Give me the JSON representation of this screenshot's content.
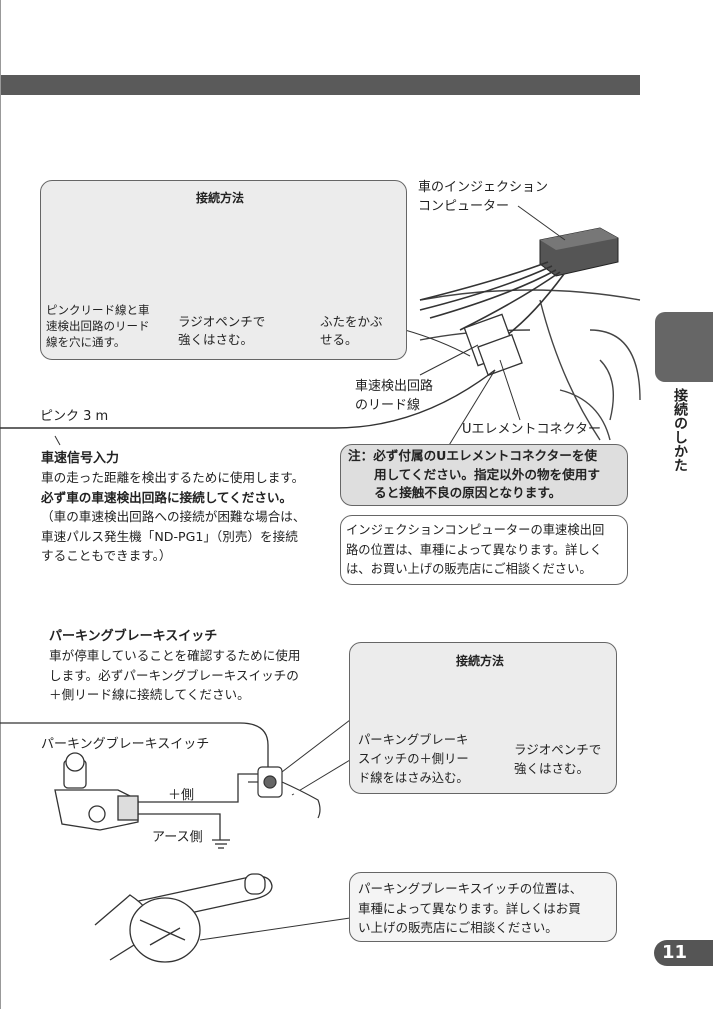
{
  "top_section": {
    "method_title": "接続方法",
    "step1": [
      "ピンクリード線と車",
      "速検出回路のリード",
      "線を穴に通す。"
    ],
    "step2": [
      "ラジオペンチで",
      "強くはさむ。"
    ],
    "step3": [
      "ふたをかぶ",
      "せる。"
    ],
    "injection_label": [
      "車のインジェクション",
      "コンピューター"
    ],
    "lead_label": [
      "車速検出回路",
      "のリード線"
    ],
    "u_connector_label": "Uエレメントコネクター",
    "pink_label": "ピンク 3 m",
    "speed_title": "車速信号入力",
    "speed_body": [
      "車の走った距離を検出するために使用します。",
      "必ず車の車速検出回路に接続してください。",
      "（車の車速検出回路への接続が困難な場合は、",
      "車速パルス発生機「ND-PG1」（別売）を接続",
      "することもできます。）"
    ],
    "note": [
      "注：必ず付属のUエレメントコネクターを使",
      "用してください。指定以外の物を使用す",
      "ると接触不良の原因となります。"
    ],
    "info": [
      "インジェクションコンピューターの車速検出回",
      "路の位置は、車種によって異なります。詳しく",
      "は、お買い上げの販売店にご相談ください。"
    ]
  },
  "bottom_section": {
    "parking_title": "パーキングブレーキスイッチ",
    "parking_body": [
      "車が停車していることを確認するために使用",
      "します。必ずパーキングブレーキスイッチの",
      "＋側リード線に接続してください。"
    ],
    "method_title": "接続方法",
    "step1": [
      "パーキングブレーキ",
      "スイッチの＋側リー",
      "ド線をはさみ込む。"
    ],
    "step2": [
      "ラジオペンチで",
      "強くはさむ。"
    ],
    "switch_label": "パーキングブレーキスイッチ",
    "plus_label": "＋側",
    "ground_label": "アース側",
    "info": [
      "パーキングブレーキスイッチの位置は、",
      "車種によって異なります。詳しくはお買",
      "い上げの販売店にご相談ください。"
    ]
  },
  "side_tab": {
    "label": "接続のしかた"
  },
  "page_number": "11"
}
